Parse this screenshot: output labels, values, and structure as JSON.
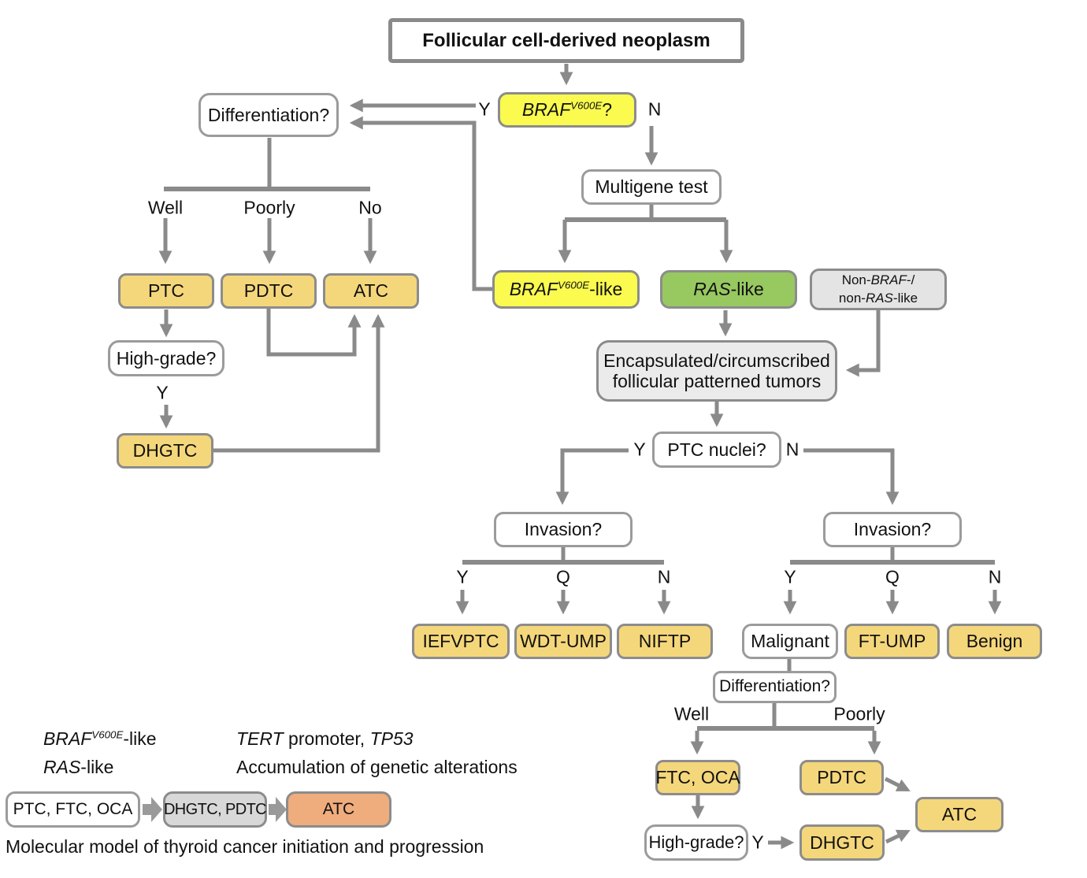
{
  "edge_labels": {
    "y": "Y",
    "n": "N",
    "q": "Q",
    "well": "Well",
    "poorly": "Poorly",
    "no": "No"
  },
  "nodes": {
    "root": "Follicular cell-derived neoplasm",
    "braf_q": {
      "gene": "BRAF",
      "mutation": "V600E",
      "suffix": "?"
    },
    "diff_top": "Differentiation?",
    "ptc_top": "PTC",
    "pdtc_top": "PDTC",
    "atc_top": "ATC",
    "highgrade_top": "High-grade?",
    "dhgtc_top": "DHGTC",
    "multigene": "Multigene test",
    "braf_like": {
      "gene": "BRAF",
      "mutation": "V600E",
      "suffix": "-like"
    },
    "ras_like": {
      "gene": "RAS",
      "suffix": "-like"
    },
    "non_braf_ras": {
      "line1_prefix": "Non-",
      "line1_gene": "BRAF",
      "line1_suffix": "-/",
      "line2_prefix": "non-",
      "line2_gene": "RAS",
      "line2_suffix": "-like"
    },
    "encapsulated": {
      "line1": "Encapsulated/circumscribed",
      "line2": "follicular patterned tumors"
    },
    "ptc_nuclei": "PTC nuclei?",
    "invasion_left": "Invasion?",
    "invasion_right": "Invasion?",
    "iefvptc": "IEFVPTC",
    "wdt_ump": "WDT-UMP",
    "niftp": "NIFTP",
    "malignant": "Malignant",
    "ft_ump": "FT-UMP",
    "benign": "Benign",
    "diff_bottom": "Differentiation?",
    "ftc_oca": "FTC, OCA",
    "pdtc_bottom": "PDTC",
    "highgrade_bottom": "High-grade?",
    "dhgtc_bottom": "DHGTC",
    "atc_bottom": "ATC"
  },
  "model": {
    "ann_braf": {
      "gene": "BRAF",
      "mutation": "V600E",
      "suffix": "-like"
    },
    "ann_ras": {
      "gene": "RAS",
      "suffix": "-like"
    },
    "ann_genes": {
      "gene1": "TERT",
      "middle": " promoter, ",
      "gene2": "TP53"
    },
    "ann_accumulation": "Accumulation of genetic alterations",
    "stage1": "PTC, FTC, OCA",
    "stage2": "DHGTC, PDTC",
    "stage3": "ATC",
    "caption": "Molecular model of thyroid cancer initiation and progression"
  },
  "colors": {
    "yellow": "#FAFA4F",
    "green": "#98C860",
    "tan": "#F5D77B",
    "gray_box": "#E4E4E4",
    "gray_light": "#EBEBEB",
    "gray_model": "#D8D8D8",
    "salmon": "#EFAC7D",
    "line": "#8A8A8A"
  }
}
